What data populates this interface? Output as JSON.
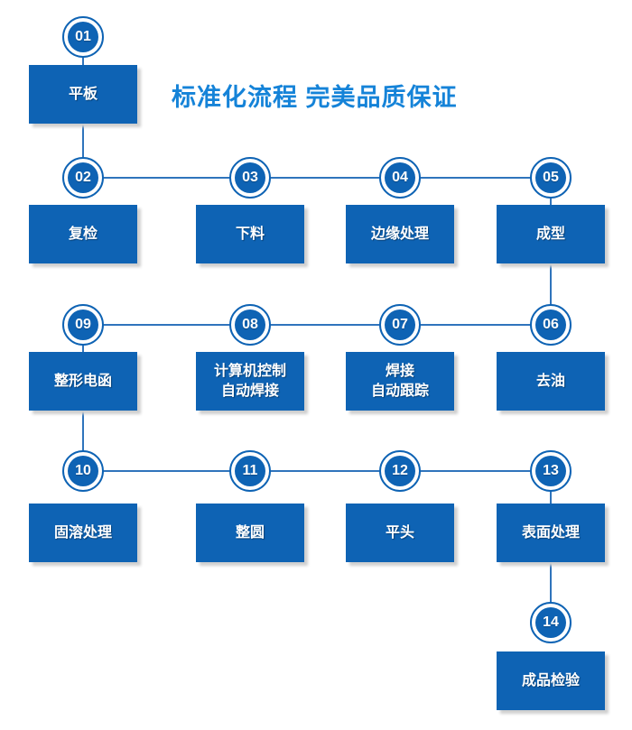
{
  "title": "标准化流程 完美品质保证",
  "colors": {
    "node_blue": "#0e63b4",
    "title_blue": "#1583d8",
    "connector_blue": "#2f74bc",
    "shadow_gray": "#cfcfcf"
  },
  "nodes": [
    {
      "number": "01",
      "label": "平板"
    },
    {
      "number": "02",
      "label": "复检"
    },
    {
      "number": "03",
      "label": "下料"
    },
    {
      "number": "04",
      "label": "边缘处理"
    },
    {
      "number": "05",
      "label": "成型"
    },
    {
      "number": "06",
      "label": "去油"
    },
    {
      "number": "07",
      "label": "焊接\n自动跟踪"
    },
    {
      "number": "08",
      "label": "计算机控制\n自动焊接"
    },
    {
      "number": "09",
      "label": "整形电函"
    },
    {
      "number": "10",
      "label": "固溶处理"
    },
    {
      "number": "11",
      "label": "整圆"
    },
    {
      "number": "12",
      "label": "平头"
    },
    {
      "number": "13",
      "label": "表面处理"
    },
    {
      "number": "14",
      "label": "成品检验"
    }
  ]
}
